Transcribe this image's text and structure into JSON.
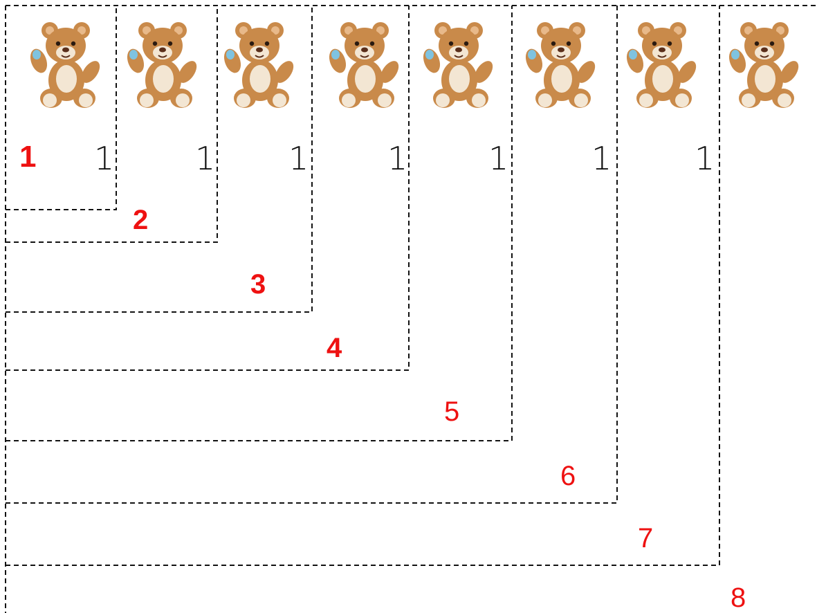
{
  "bear_icon": "teddy-bear-icon",
  "count_label": "1",
  "group_labels": [
    "1",
    "2",
    "3",
    "4",
    "5",
    "6",
    "7",
    "8"
  ],
  "colors": {
    "group_label": "#ee1111",
    "count_label": "#111111",
    "bear_body": "#c98a4a",
    "bear_belly": "#f3e6d3",
    "paw_patch": "#7fc3e0",
    "dashed_line": "#111111"
  }
}
